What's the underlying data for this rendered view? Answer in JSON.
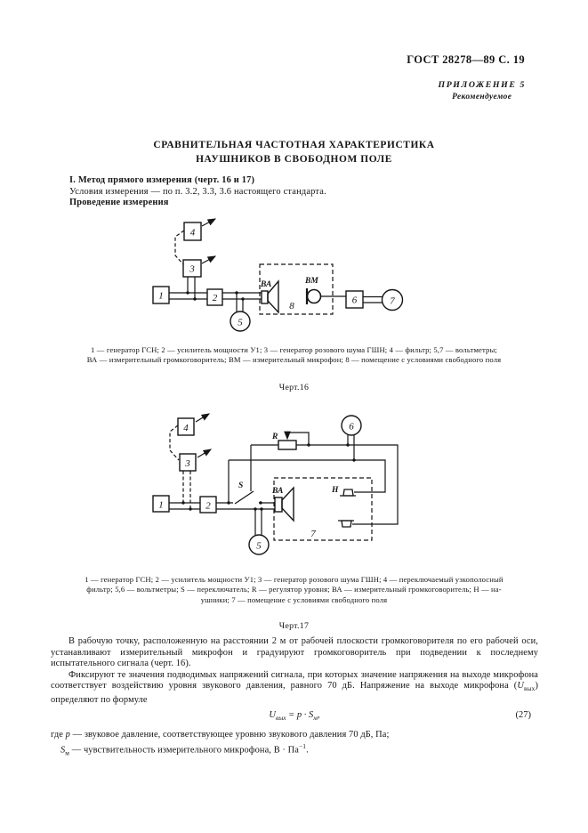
{
  "header": {
    "doc_ref": "ГОСТ 28278—89 С. 19",
    "appendix": "ПРИЛОЖЕНИЕ 5",
    "appendix_note": "Рекомендуемое"
  },
  "title": {
    "line1": "СРАВНИТЕЛЬНАЯ ЧАСТОТНАЯ ХАРАКТЕРИСТИКА",
    "line2": "НАУШНИКОВ В СВОБОДНОМ ПОЛЕ"
  },
  "method": {
    "heading": "I.  Метод прямого измерения (черт. 16 и 17)",
    "conditions": "Условия измерения — по п. 3.2, 3.3, 3.6 настоящего стандарта.",
    "procedure": "Проведение измерения"
  },
  "fig16": {
    "node1": "1",
    "node2": "2",
    "node3": "3",
    "node4": "4",
    "node5": "5",
    "node6": "6",
    "node7": "7",
    "speaker_label": "ВА",
    "mic_label": "ВМ",
    "room_label": "8",
    "caption_line1": "1 — генератор ГСН; 2 — усилитель мощности У1; 3 — генератор розового шума ГШН; 4 — фильтр; 5,7 — вольтметры;",
    "caption_line2": "ВА — измерительный громкоговоритель; ВМ — измерительный микрофон; 8 — помещение с условиями свободного поля",
    "label": "Черт.16"
  },
  "fig17": {
    "node1": "1",
    "node2": "2",
    "node3": "3",
    "node4": "4",
    "node5": "5",
    "node6": "6",
    "switch_label": "S",
    "regulator_label": "R",
    "speaker_label": "ВА",
    "headphones_label": "Н",
    "room_label": "7",
    "caption_line1": "1 — генератор ГСН; 2 — усилитель мощности У1; 3 — генератор розового шума ГШН; 4 — переключаемый узкополосный",
    "caption_line2": "фильтр; 5,6 — вольтметры;  S — переключатель;  R — регулятор уровня;  ВА — измерительный громкоговоритель;  Н — на-",
    "caption_line3": "ушники; 7 — помещение с условиями свободного поля",
    "label": "Черт.17"
  },
  "body": {
    "para1": "В рабочую точку, расположенную на расстоянии 2 м от рабочей плоскости громкоговорителя по его рабочей оси, устанавливают измерительный микрофон и градуируют громкоговоритель при подведении к последнему испытательного сигнала (черт. 16).",
    "para2_a": "Фиксируют те значения подводимых напряжений сигнала, при которых значение напряжения на выходе микрофона соответствует воздействию уровня звукового давления, равного 70 дБ. Напряжение на выходе микрофона (",
    "para2_u": "U",
    "para2_sub": "вых",
    "para2_b": ") определяют по формуле"
  },
  "formula": {
    "u": "U",
    "u_sub": "вых",
    "equals": " = ",
    "p": "p",
    "dot": " · ",
    "s": "S",
    "s_sub": "м",
    "tail": ",",
    "number": "(27)"
  },
  "where": {
    "intro": "где ",
    "p": "p",
    "p_text": " — звуковое давление, соответствующее уровню звукового давления 70 дБ, Па;",
    "s": "S",
    "s_sub": "м",
    "s_text": " — чувствительность измерительного микрофона, В · Па",
    "s_sup": "−1",
    "s_end": "."
  }
}
